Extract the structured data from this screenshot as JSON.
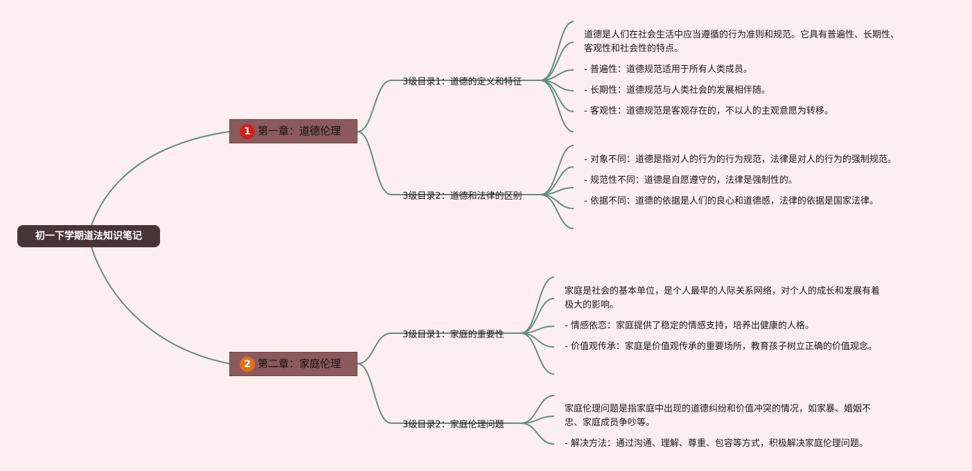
{
  "colors": {
    "background": "#fdeeef",
    "line": "#5f8f80",
    "root_bg": "#4a3536",
    "chapter_bg": "#8b5a5c",
    "badge1": "#d0201a",
    "badge2": "#e0701a"
  },
  "root": {
    "label": "初一下学期道法知识笔记"
  },
  "chapters": [
    {
      "number": "1",
      "label": "第一章：道德伦理",
      "topics": [
        {
          "label": "3级目录1：道德的定义和特征",
          "notes": [
            "道德是人们在社会生活中应当遵循的行为准则和规范。它具有普遍性、长期性、",
            "客观性和社会性的特点。",
            "- 普遍性：道德规范适用于所有人类成员。",
            "- 长期性：道德规范与人类社会的发展相伴随。",
            "- 客观性：道德规范是客观存在的，不以人的主观意愿为转移。"
          ]
        },
        {
          "label": "3级目录2：道德和法律的区别",
          "notes": [
            "- 对象不同：道德是指对人的行为的行为规范，法律是对人的行为的强制规范。",
            "- 规范性不同：道德是自愿遵守的，法律是强制性的。",
            "- 依据不同：道德的依据是人们的良心和道德感，法律的依据是国家法律。"
          ]
        }
      ]
    },
    {
      "number": "2",
      "label": "第二章：家庭伦理",
      "topics": [
        {
          "label": "3级目录1：家庭的重要性",
          "notes": [
            "家庭是社会的基本单位，是个人最早的人际关系网络，对个人的成长和发展有着",
            "极大的影响。",
            "- 情感依恋：家庭提供了稳定的情感支持，培养出健康的人格。",
            "- 价值观传承：家庭是价值观传承的重要场所，教育孩子树立正确的价值观念。"
          ]
        },
        {
          "label": "3级目录2：家庭伦理问题",
          "notes": [
            "家庭伦理问题是指家庭中出现的道德纠纷和价值冲突的情况，如家暴、婚姻不",
            "忠、家庭成员争吵等。",
            "- 解决方法：通过沟通、理解、尊重、包容等方式，积极解决家庭伦理问题。"
          ]
        }
      ]
    }
  ]
}
